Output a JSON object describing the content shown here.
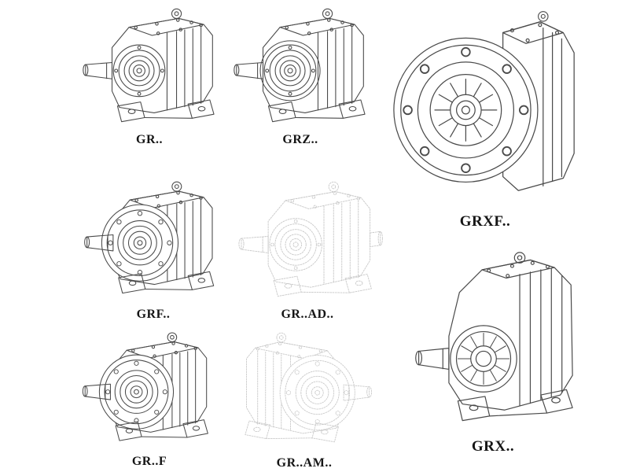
{
  "figures": [
    {
      "id": "gr",
      "label": "GR.."
    },
    {
      "id": "grz",
      "label": "GRZ.."
    },
    {
      "id": "grxf",
      "label": "GRXF.."
    },
    {
      "id": "grf",
      "label": "GRF.."
    },
    {
      "id": "gr-ad",
      "label": "GR..AD.."
    },
    {
      "id": "gr-f",
      "label": "GR..F"
    },
    {
      "id": "gr-am",
      "label": "GR..AM.."
    },
    {
      "id": "grx",
      "label": "GRX.."
    }
  ],
  "colors": {
    "line": "#4a4a4a",
    "light_line": "#c9c9c9",
    "label": "#151515",
    "background": "#ffffff"
  }
}
